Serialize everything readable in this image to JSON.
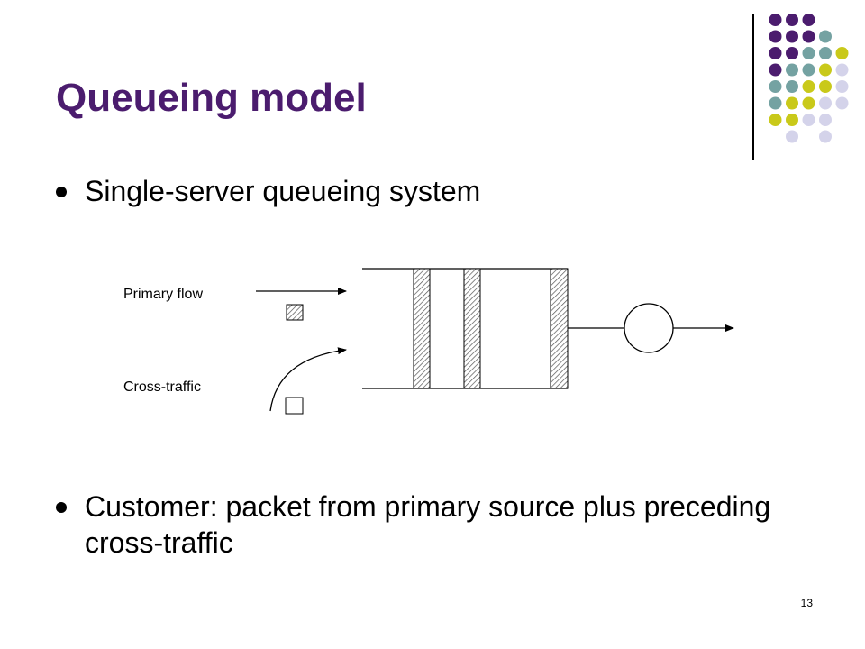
{
  "slide": {
    "title": "Queueing model",
    "bullets": [
      {
        "text": "Single-server queueing system"
      },
      {
        "text": "Customer: packet from primary source plus preceding cross-traffic"
      }
    ],
    "page_number": "13"
  },
  "diagram": {
    "primary_flow_label": "Primary flow",
    "cross_traffic_label": "Cross-traffic"
  },
  "colors": {
    "title": "#4b1c6e",
    "dot_purple": "#4b1c6e",
    "dot_teal": "#74a2a2",
    "dot_olive": "#c9c91a",
    "dot_lavender": "#d4d3ea"
  }
}
